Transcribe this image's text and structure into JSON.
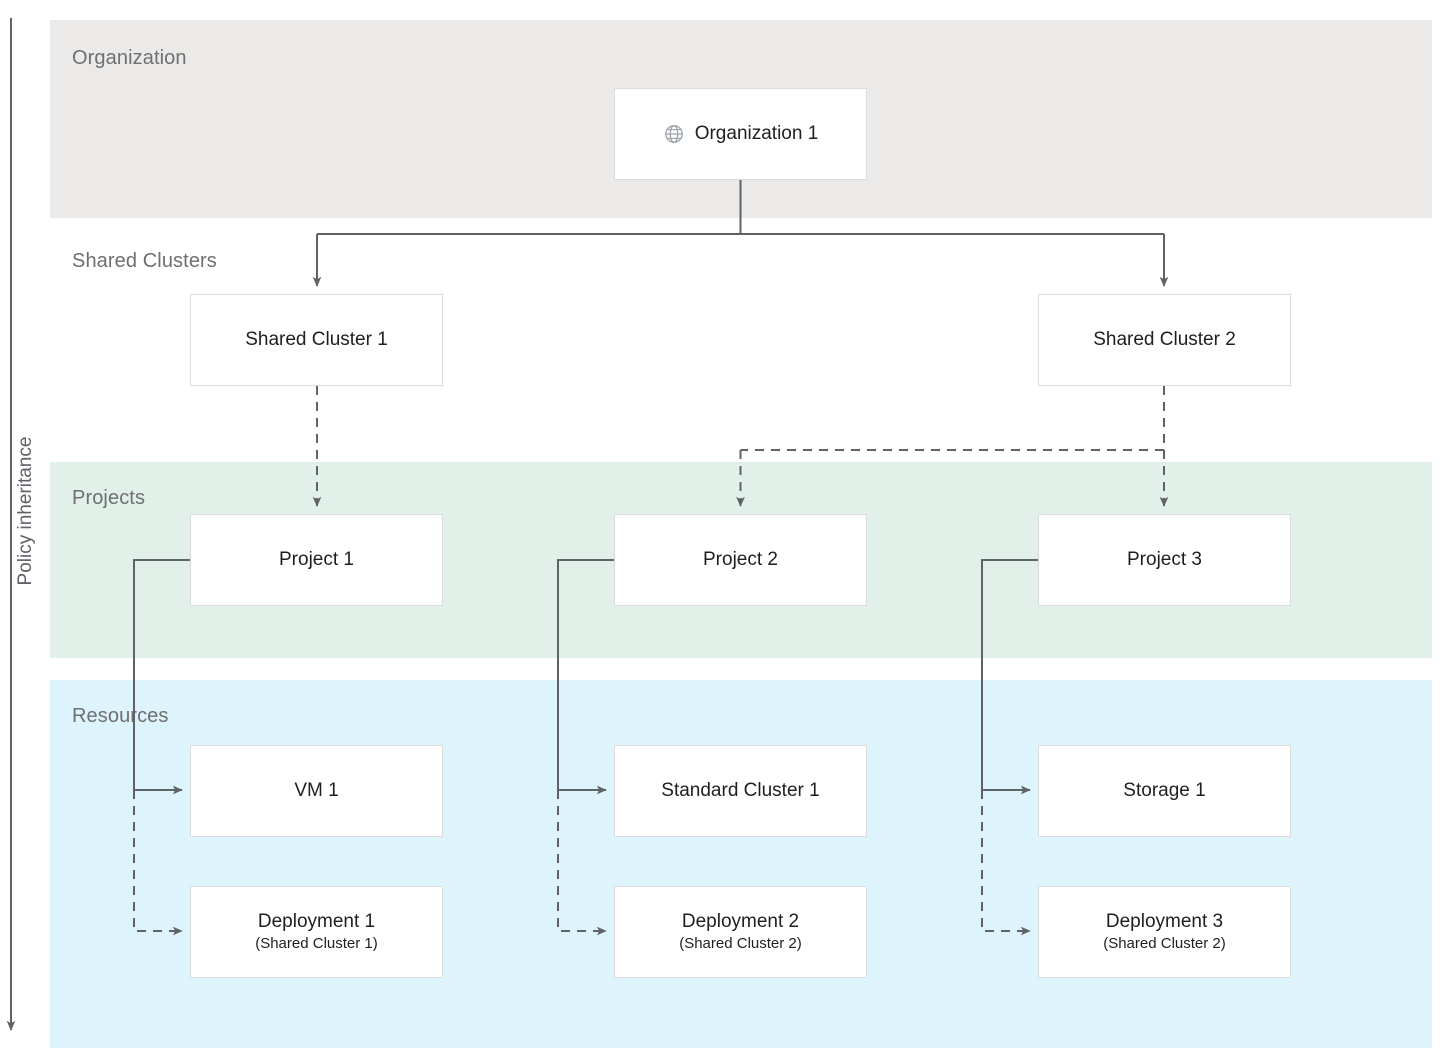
{
  "diagram": {
    "axis": {
      "label": "Policy inheritance",
      "direction": "down"
    },
    "bands": [
      {
        "key": "organization",
        "label": "Organization",
        "color": "#ebeae8"
      },
      {
        "key": "shared_clusters",
        "label": "Shared Clusters",
        "color": "#ffffff"
      },
      {
        "key": "projects",
        "label": "Projects",
        "color": "#e1f1e9"
      },
      {
        "key": "resources",
        "label": "Resources",
        "color": "#ddf4fd"
      }
    ],
    "nodes": {
      "organization_1": {
        "title": "Organization 1",
        "icon": "globe-icon"
      },
      "shared_cluster_1": {
        "title": "Shared Cluster 1"
      },
      "shared_cluster_2": {
        "title": "Shared Cluster 2"
      },
      "project_1": {
        "title": "Project 1"
      },
      "project_2": {
        "title": "Project 2"
      },
      "project_3": {
        "title": "Project 3"
      },
      "vm_1": {
        "title": "VM 1"
      },
      "standard_cluster_1": {
        "title": "Standard Cluster 1"
      },
      "storage_1": {
        "title": "Storage 1"
      },
      "deployment_1": {
        "title": "Deployment 1",
        "subtitle": "(Shared Cluster 1)"
      },
      "deployment_2": {
        "title": "Deployment 2",
        "subtitle": "(Shared Cluster 2)"
      },
      "deployment_3": {
        "title": "Deployment 3",
        "subtitle": "(Shared Cluster 2)"
      }
    },
    "edges": [
      {
        "from": "organization_1",
        "to": "shared_cluster_1",
        "style": "solid"
      },
      {
        "from": "organization_1",
        "to": "shared_cluster_2",
        "style": "solid"
      },
      {
        "from": "shared_cluster_1",
        "to": "project_1",
        "style": "dashed"
      },
      {
        "from": "shared_cluster_2",
        "to": "project_2",
        "style": "dashed"
      },
      {
        "from": "shared_cluster_2",
        "to": "project_3",
        "style": "dashed"
      },
      {
        "from": "project_1",
        "to": "vm_1",
        "style": "solid"
      },
      {
        "from": "project_1",
        "to": "deployment_1",
        "style": "dashed"
      },
      {
        "from": "project_2",
        "to": "standard_cluster_1",
        "style": "solid"
      },
      {
        "from": "project_2",
        "to": "deployment_2",
        "style": "dashed"
      },
      {
        "from": "project_3",
        "to": "storage_1",
        "style": "solid"
      },
      {
        "from": "project_3",
        "to": "deployment_3",
        "style": "dashed"
      }
    ],
    "colors": {
      "line": "#5f6368",
      "node_border": "#dcdcdc",
      "node_fill": "#ffffff",
      "band_organization": "#ebeae8",
      "band_projects": "#e1f1e9",
      "band_resources": "#ddf4fd",
      "label_text": "#6f6f6f",
      "node_text": "#1f1f1f",
      "icon": "#9aa0a6"
    }
  }
}
